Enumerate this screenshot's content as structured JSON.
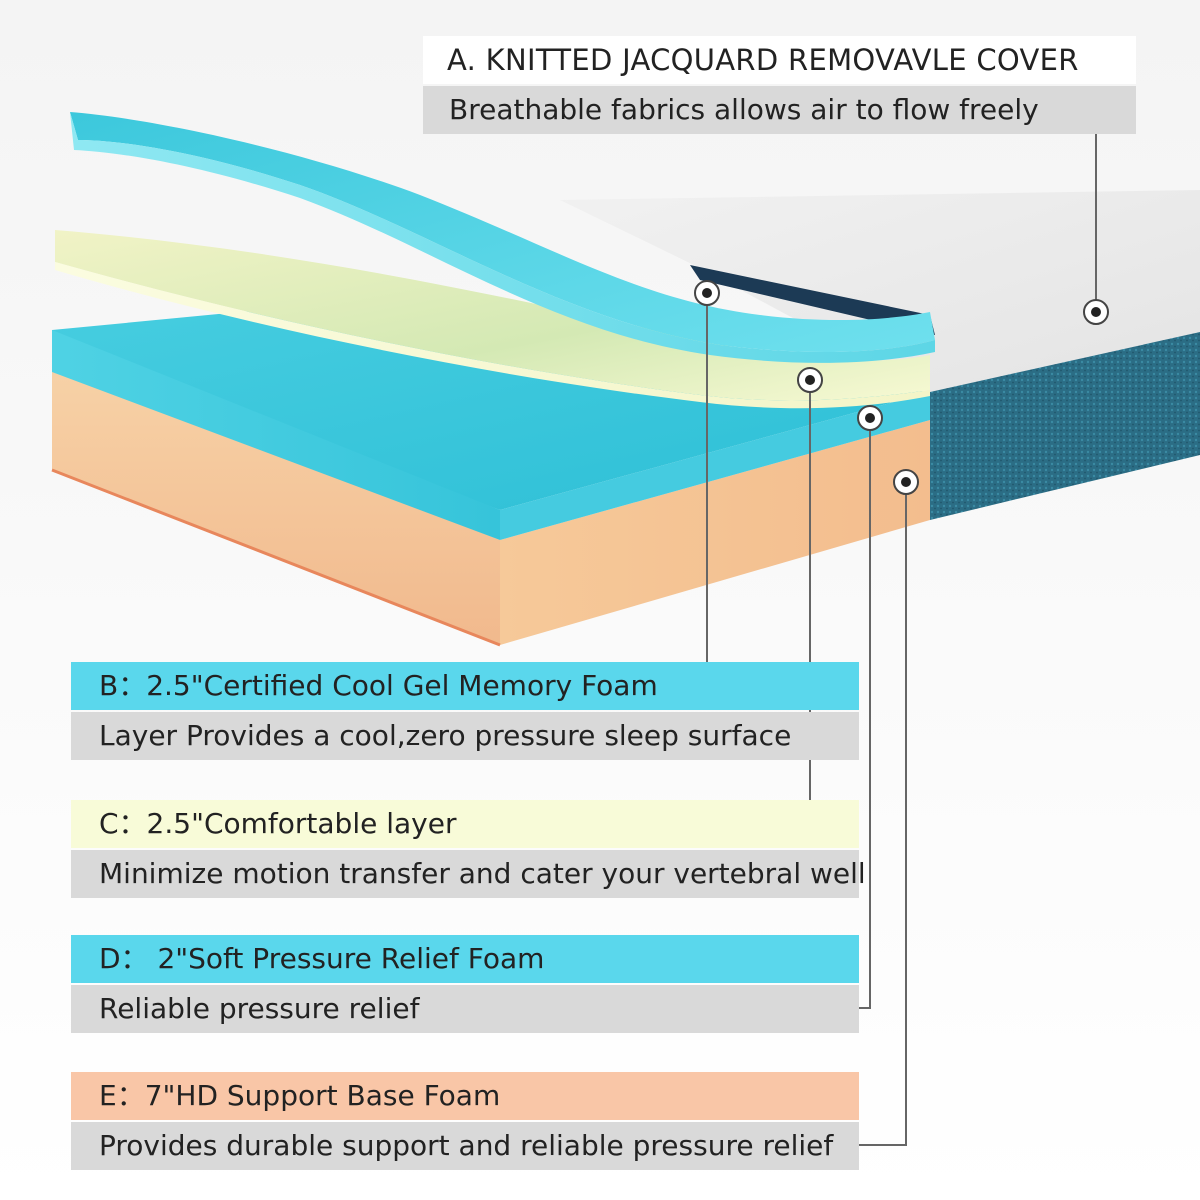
{
  "colors": {
    "gel_blue": "#58d6e8",
    "cream": "#fafbd4",
    "peach": "#f8c3a4",
    "cover_teal": "#2a6f86",
    "caption_gray": "#d9d9d9"
  },
  "labels": {
    "a": {
      "title": "A. KNITTED JACQUARD REMOVAVLE COVER",
      "desc": "Breathable fabrics allows air to flow freely"
    },
    "b": {
      "title": "B：2.5\"Certified Cool Gel Memory Foam",
      "desc": "Layer Provides a cool,zero pressure sleep surface"
    },
    "c": {
      "title": "C：2.5\"Comfortable layer",
      "desc": "Minimize motion transfer and cater your vertebral well"
    },
    "d": {
      "title": "D：  2\"Soft Pressure Relief Foam",
      "desc": "Reliable pressure relief"
    },
    "e": {
      "title": "E：7\"HD Support Base Foam",
      "desc": "Provides durable support and reliable pressure relief"
    }
  }
}
